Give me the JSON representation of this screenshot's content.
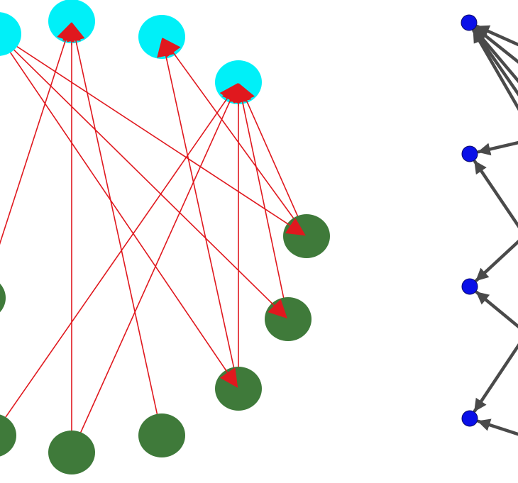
{
  "colors": {
    "background": "#ffffff",
    "target_node": "#00f0f8",
    "source_node": "#3f7a3a",
    "left_edge": "#e0181e",
    "right_node": "#0a10e8",
    "right_node_stroke": "#0a0a6a",
    "right_edge": "#4a4a4a"
  },
  "left_graph": {
    "nodes": [
      {
        "id": "t0",
        "kind": "target"
      },
      {
        "id": "t1",
        "kind": "target"
      },
      {
        "id": "t2",
        "kind": "target"
      },
      {
        "id": "t3",
        "kind": "target"
      },
      {
        "id": "s0",
        "kind": "source"
      },
      {
        "id": "s1",
        "kind": "source"
      },
      {
        "id": "s2",
        "kind": "source"
      },
      {
        "id": "s3",
        "kind": "source"
      },
      {
        "id": "s4",
        "kind": "source"
      },
      {
        "id": "s5",
        "kind": "source"
      },
      {
        "id": "s6",
        "kind": "source"
      }
    ],
    "edges": [
      {
        "from": "t0",
        "to": "s0"
      },
      {
        "from": "t0",
        "to": "s1"
      },
      {
        "from": "t0",
        "to": "s2"
      },
      {
        "from": "s4",
        "to": "t1"
      },
      {
        "from": "s6",
        "to": "t1"
      },
      {
        "from": "s3",
        "to": "t1"
      },
      {
        "from": "s0",
        "to": "t2"
      },
      {
        "from": "s2",
        "to": "t2"
      },
      {
        "from": "s5",
        "to": "t3"
      },
      {
        "from": "s1",
        "to": "t3"
      },
      {
        "from": "s0",
        "to": "t3"
      },
      {
        "from": "s4",
        "to": "t3"
      },
      {
        "from": "s2",
        "to": "t3"
      }
    ]
  },
  "right_graph": {
    "nodes": [
      {
        "id": "r0"
      },
      {
        "id": "r1"
      },
      {
        "id": "r2"
      },
      {
        "id": "r3"
      }
    ],
    "edges": [
      {
        "to": "r0",
        "count": 5
      },
      {
        "to": "r1",
        "count": 2
      },
      {
        "to": "r2",
        "count": 2
      },
      {
        "to": "r3",
        "count": 2
      }
    ]
  }
}
